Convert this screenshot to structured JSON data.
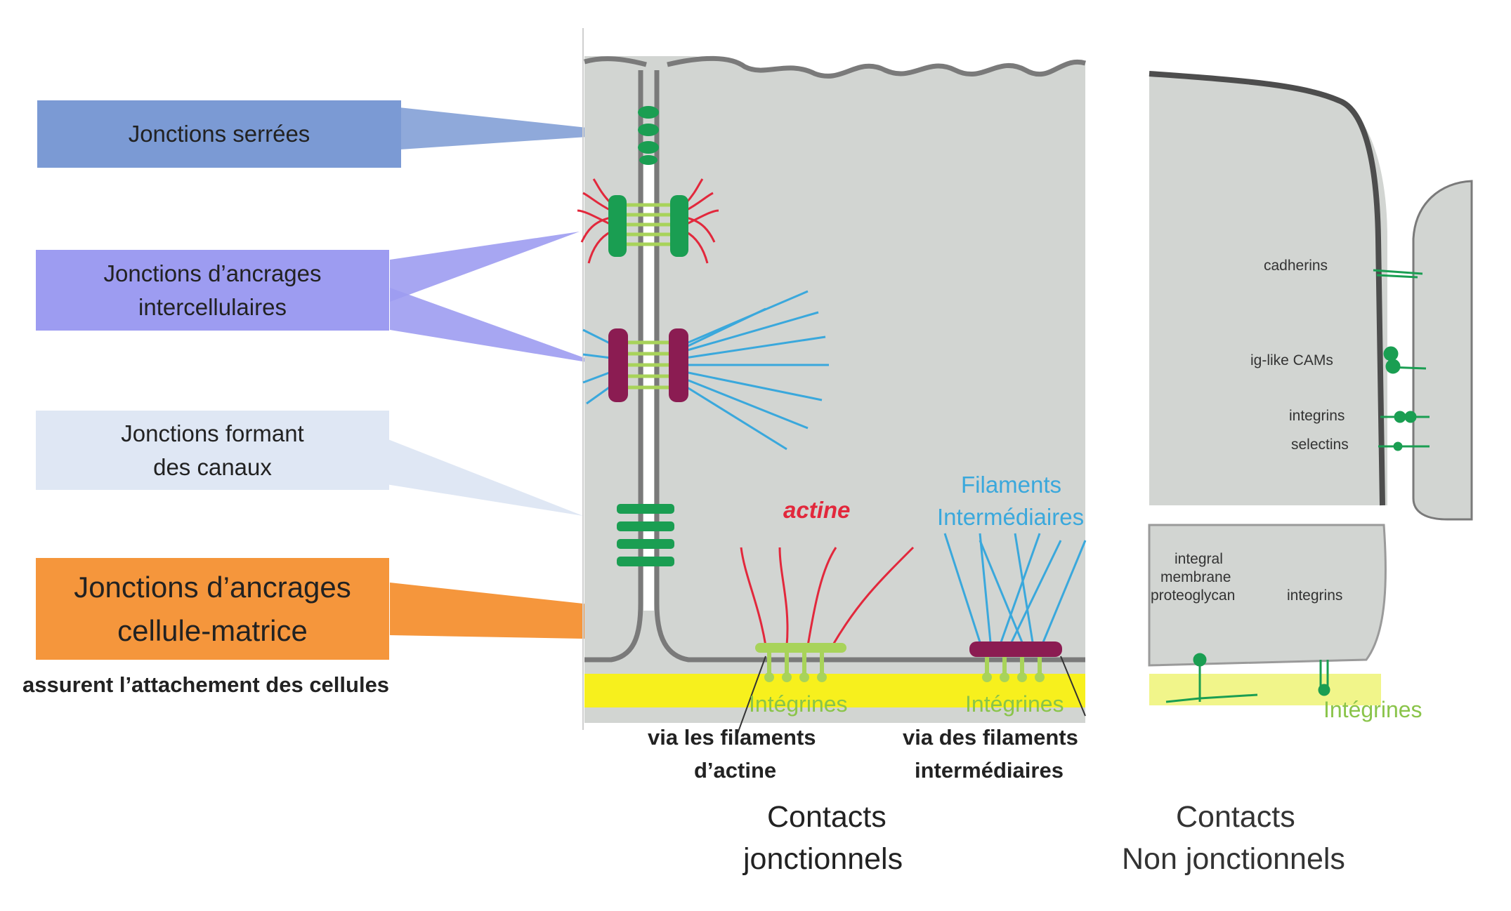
{
  "labels": {
    "tight_junctions": "Jonctions serrées",
    "cell_anchoring": [
      "Jonctions d’ancrages",
      "intercellulaires"
    ],
    "channel_forming": [
      "Jonctions formant",
      "des canaux"
    ],
    "matrix_anchoring": [
      "Jonctions d’ancrages",
      "cellule-matrice"
    ],
    "matrix_note": "assurent l’attachement des cellules"
  },
  "annotations": {
    "actine": "actine",
    "filaments": [
      "Filaments",
      "Intermédiaires"
    ],
    "integrines_1": "Intégrines",
    "integrines_2": "Intégrines",
    "integrines_3": "Intégrines",
    "via_actine": [
      "via les filaments",
      "d’actine"
    ],
    "via_intermediaires": [
      "via des filaments",
      "intermédiaires"
    ]
  },
  "right_panel": {
    "cadherins": "cadherins",
    "ig_cams": "ig-like CAMs",
    "integrins_top": "integrins",
    "selectins": "selectins",
    "proteoglycan": [
      "integral",
      "membrane",
      "proteoglycan"
    ],
    "integrins_bottom": "integrins"
  },
  "captions": {
    "junctional": [
      "Contacts",
      "jonctionnels"
    ],
    "non_junctional": [
      "Contacts",
      "Non jonctionnels"
    ]
  },
  "colors": {
    "tight": "#7b9ad4",
    "cell_anchor": "#9d9cf1",
    "channel": "#dfe7f4",
    "matrix": "#f5963c",
    "cell_fill": "#d2d5d2",
    "membrane": "#7a7a7a",
    "junction_green": "#1a9e52",
    "actin_red": "#e2283c",
    "filament_blue": "#3aa8dc",
    "desmo_purple": "#8b1c52",
    "linker_lime": "#a8d35a",
    "matrix_yellow": "#f7f01d"
  }
}
